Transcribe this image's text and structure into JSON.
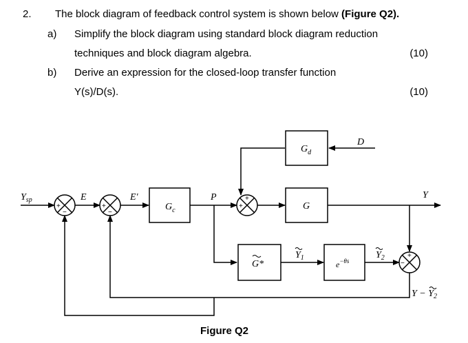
{
  "question": {
    "number": "2.",
    "intro_text": "The block diagram of feedback control system is shown below",
    "intro_ref": "(Figure Q2).",
    "parts": [
      {
        "label": "a)",
        "line1": "Simplify the block diagram using standard block diagram reduction",
        "line2": "techniques and block diagram algebra.",
        "marks": "(10)"
      },
      {
        "label": "b)",
        "line1": "Derive an expression for the closed-loop transfer function",
        "line2": "Y(s)/D(s).",
        "marks": "(10)"
      }
    ]
  },
  "diagram": {
    "signals": {
      "input": "Y",
      "input_sub": "sp",
      "error": "E",
      "error2": "E′",
      "controller_out": "P",
      "disturbance": "D",
      "output": "Y",
      "y1_tilde": "Y",
      "y1_sub": "1",
      "y2_tilde": "Y",
      "y2_sub": "2",
      "feedback_label": "Y − Y",
      "feedback_sub": "2"
    },
    "blocks": {
      "controller": "G",
      "controller_sub": "c",
      "disturbance_tf": "G",
      "disturbance_sub": "d",
      "process": "G",
      "model": "G*",
      "delay": "e",
      "delay_exp": "−θs"
    },
    "signs": {
      "plus": "+",
      "minus": "−"
    }
  },
  "caption": "Figure Q2"
}
